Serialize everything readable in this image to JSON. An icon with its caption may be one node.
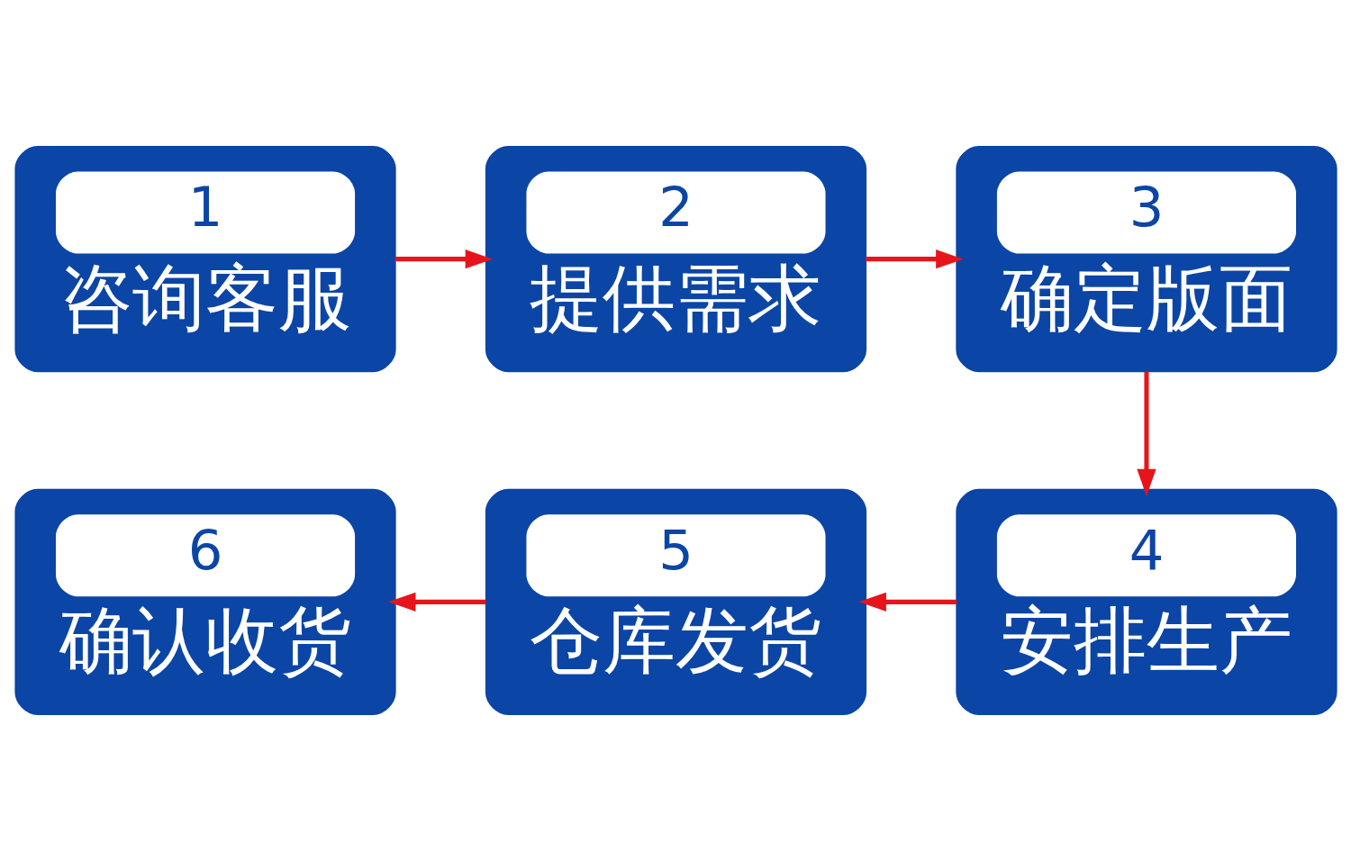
{
  "diagram": {
    "nodes": [
      {
        "text": [
          "1",
          "咨询客服"
        ]
      },
      {
        "text": [
          "2",
          "提供需求"
        ]
      },
      {
        "text": [
          "3",
          "确定版面"
        ]
      },
      {
        "text": [
          "4",
          "安排生产"
        ]
      },
      {
        "text": [
          "5",
          "仓库发货"
        ]
      },
      {
        "text": [
          "6",
          "确认收货"
        ]
      }
    ],
    "edges": [
      {
        "from": 0,
        "to": 1,
        "arrow": "to"
      },
      {
        "from": 1,
        "to": 2,
        "arrow": "to"
      },
      {
        "from": 2,
        "to": 3,
        "arrow": "to"
      },
      {
        "from": 3,
        "to": 4,
        "arrow": "to"
      },
      {
        "from": 4,
        "to": 5,
        "arrow": "to"
      }
    ]
  }
}
